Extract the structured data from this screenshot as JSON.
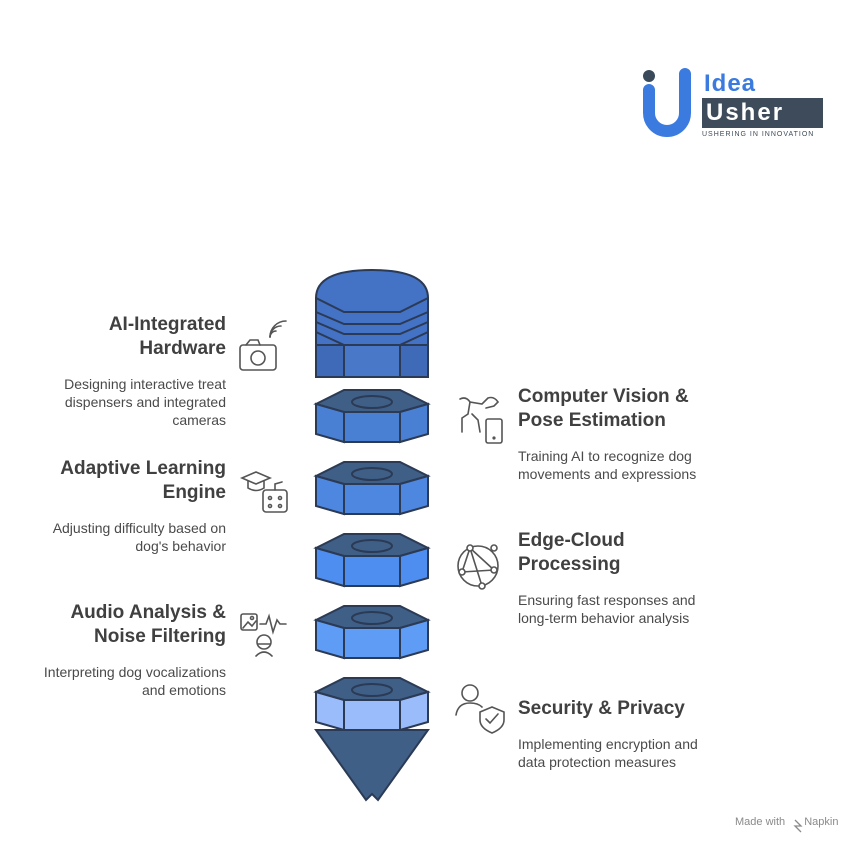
{
  "logo": {
    "word1": "Idea",
    "word2": "Usher",
    "tagline": "USHERING IN INNOVATION"
  },
  "items": [
    {
      "id": "ai-hardware",
      "title": "AI-Integrated\nHardware",
      "desc": "Designing interactive treat\ndispensers and integrated\ncameras",
      "icon": "camera-wifi-icon"
    },
    {
      "id": "computer-vision",
      "title": "Computer Vision &\nPose Estimation",
      "desc": "Training AI to recognize dog\nmovements and expressions",
      "icon": "dog-phone-icon"
    },
    {
      "id": "adaptive-learning",
      "title": "Adaptive Learning\nEngine",
      "desc": "Adjusting difficulty based on\ndog's behavior",
      "icon": "graduation-robot-icon"
    },
    {
      "id": "edge-cloud",
      "title": "Edge-Cloud\nProcessing",
      "desc": "Ensuring fast responses and\nlong-term behavior analysis",
      "icon": "network-globe-icon"
    },
    {
      "id": "audio-analysis",
      "title": "Audio Analysis &\nNoise Filtering",
      "desc": "Interpreting dog vocalizations\nand emotions",
      "icon": "image-waveform-person-icon"
    },
    {
      "id": "security",
      "title": "Security & Privacy",
      "desc": "Implementing encryption and\ndata protection measures",
      "icon": "user-shield-icon"
    }
  ],
  "footer": {
    "made_with": "Made with",
    "brand": "Napkin"
  },
  "colors": {
    "top_face": "#3f5f86",
    "tier_fills": [
      "#4472c4",
      "#4a80d4",
      "#4d87e0",
      "#4e8ef0",
      "#5e9cf5",
      "#9bbcfb"
    ],
    "cone": "#3f5f86",
    "text": "#404040"
  }
}
